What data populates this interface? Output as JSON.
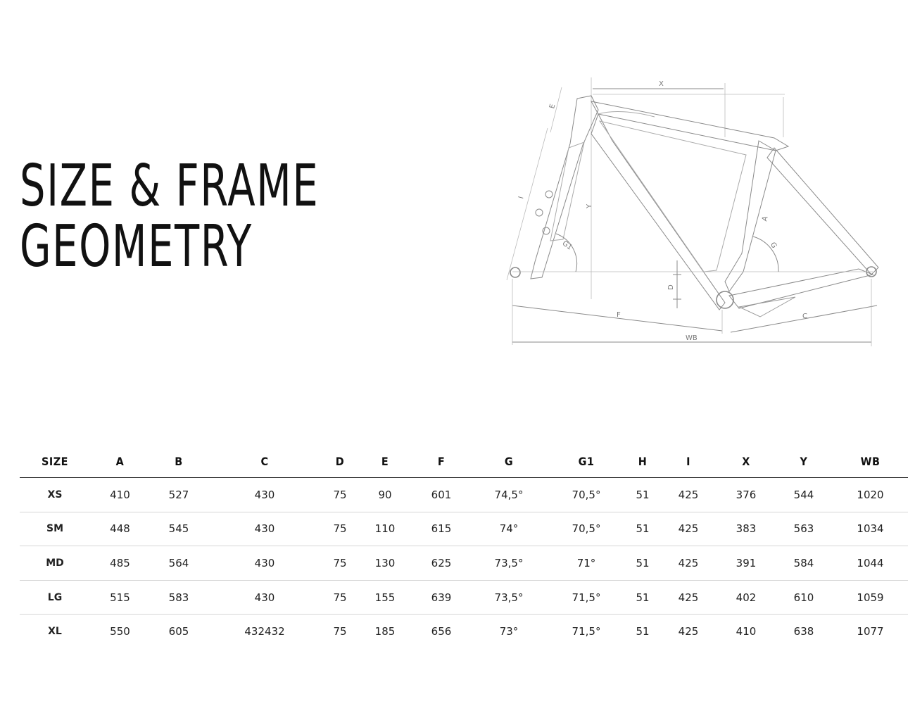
{
  "title": {
    "line1": "SIZE & FRAME",
    "line2": "GEOMETRY"
  },
  "diagram": {
    "labels": {
      "x": "X",
      "e": "E",
      "i": "I",
      "y": "Y",
      "a": "A",
      "g": "G",
      "g1": "G1",
      "d": "D",
      "f": "F",
      "c": "C",
      "wb": "WB"
    },
    "line_color": "#888888"
  },
  "table": {
    "headers": [
      "SIZE",
      "A",
      "B",
      "C",
      "D",
      "E",
      "F",
      "G",
      "G1",
      "H",
      "I",
      "X",
      "Y",
      "WB"
    ],
    "rows": [
      [
        "XS",
        "410",
        "527",
        "430",
        "75",
        "90",
        "601",
        "74,5°",
        "70,5°",
        "51",
        "425",
        "376",
        "544",
        "1020"
      ],
      [
        "SM",
        "448",
        "545",
        "430",
        "75",
        "110",
        "615",
        "74°",
        "70,5°",
        "51",
        "425",
        "383",
        "563",
        "1034"
      ],
      [
        "MD",
        "485",
        "564",
        "430",
        "75",
        "130",
        "625",
        "73,5°",
        "71°",
        "51",
        "425",
        "391",
        "584",
        "1044"
      ],
      [
        "LG",
        "515",
        "583",
        "430",
        "75",
        "155",
        "639",
        "73,5°",
        "71,5°",
        "51",
        "425",
        "402",
        "610",
        "1059"
      ],
      [
        "XL",
        "550",
        "605",
        "432432",
        "75",
        "185",
        "656",
        "73°",
        "71,5°",
        "51",
        "425",
        "410",
        "638",
        "1077"
      ]
    ]
  }
}
